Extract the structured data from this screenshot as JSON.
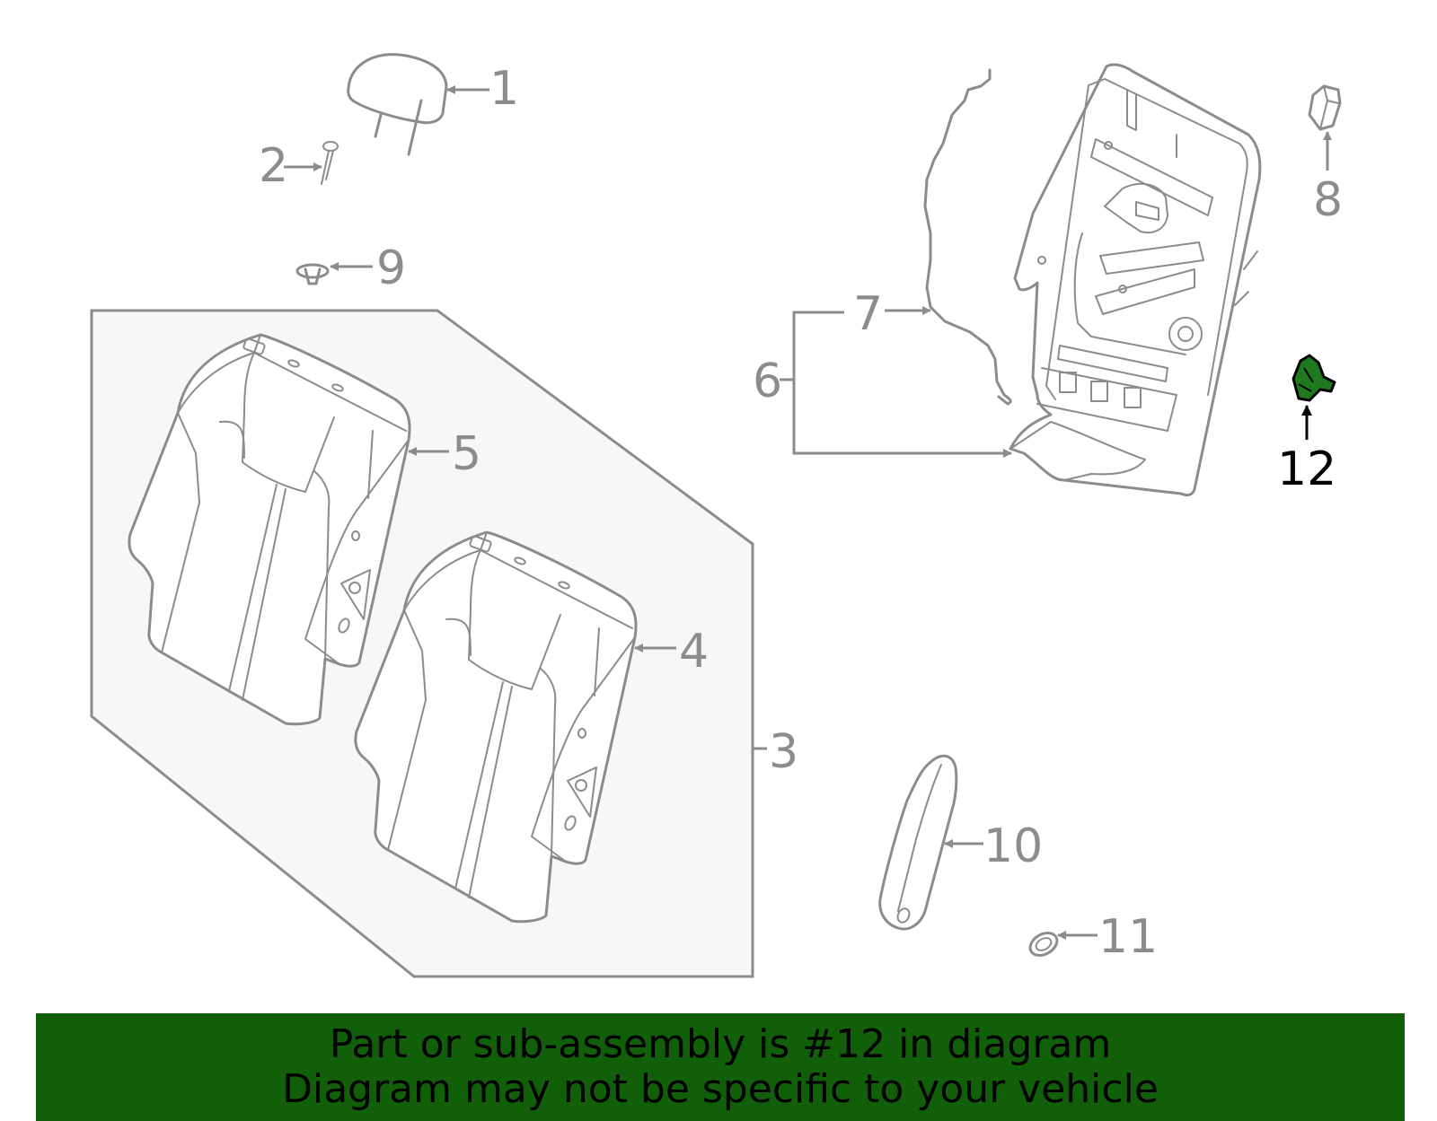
{
  "diagram": {
    "colors": {
      "line": "#8c8c8c",
      "highlight_fill": "#1f7a1f",
      "highlight_stroke": "#000000",
      "banner_bg": "#116009",
      "group_box_fill": "#f7f7f7"
    },
    "callouts": [
      {
        "id": "1",
        "label": "1"
      },
      {
        "id": "2",
        "label": "2"
      },
      {
        "id": "3",
        "label": "3"
      },
      {
        "id": "4",
        "label": "4"
      },
      {
        "id": "5",
        "label": "5"
      },
      {
        "id": "6",
        "label": "6"
      },
      {
        "id": "7",
        "label": "7"
      },
      {
        "id": "8",
        "label": "8"
      },
      {
        "id": "9",
        "label": "9"
      },
      {
        "id": "10",
        "label": "10"
      },
      {
        "id": "11",
        "label": "11"
      },
      {
        "id": "12",
        "label": "12",
        "highlighted": true
      }
    ]
  },
  "banner": {
    "line1": "Part or sub-assembly is #12 in diagram",
    "line2": "Diagram may not be specific to your vehicle"
  }
}
